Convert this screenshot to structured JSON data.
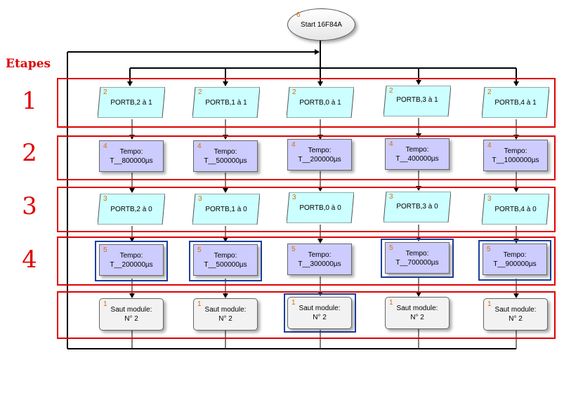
{
  "start": {
    "number": "6",
    "label": "Start 16F84A"
  },
  "etapes_label": "Etapes",
  "steps": [
    "1",
    "2",
    "3",
    "4"
  ],
  "row1": [
    {
      "number": "2",
      "label": "PORTB,2 à 1"
    },
    {
      "number": "2",
      "label": "PORTB,1 à 1"
    },
    {
      "number": "2",
      "label": "PORTB,0 à 1"
    },
    {
      "number": "2",
      "label": "PORTB,3 à 1"
    },
    {
      "number": "2",
      "label": "PORTB,4 à 1"
    }
  ],
  "row2": [
    {
      "number": "4",
      "line1": "Tempo:",
      "line2": "T__800000µs"
    },
    {
      "number": "4",
      "line1": "Tempo:",
      "line2": "T__500000µs"
    },
    {
      "number": "4",
      "line1": "Tempo:",
      "line2": "T__200000µs"
    },
    {
      "number": "4",
      "line1": "Tempo:",
      "line2": "T__400000µs"
    },
    {
      "number": "4",
      "line1": "Tempo:",
      "line2": "T__1000000µs"
    }
  ],
  "row3": [
    {
      "number": "3",
      "label": "PORTB,2 à 0"
    },
    {
      "number": "3",
      "label": "PORTB,1 à 0"
    },
    {
      "number": "3",
      "label": "PORTB,0 à 0"
    },
    {
      "number": "3",
      "label": "PORTB,3 à 0"
    },
    {
      "number": "3",
      "label": "PORTB,4 à 0"
    }
  ],
  "row4": [
    {
      "number": "5",
      "line1": "Tempo:",
      "line2": "T__200000µs"
    },
    {
      "number": "5",
      "line1": "Tempo:",
      "line2": "T__500000µs"
    },
    {
      "number": "5",
      "line1": "Tempo:",
      "line2": "T__300000µs"
    },
    {
      "number": "5",
      "line1": "Tempo:",
      "line2": "T__700000µs"
    },
    {
      "number": "5",
      "line1": "Tempo:",
      "line2": "T__900000µs"
    }
  ],
  "row5": [
    {
      "number": "1",
      "line1": "Saut module:",
      "line2": "N° 2"
    },
    {
      "number": "1",
      "line1": "Saut module:",
      "line2": "N° 2"
    },
    {
      "number": "1",
      "line1": "Saut module:",
      "line2": "N° 2"
    },
    {
      "number": "1",
      "line1": "Saut module:",
      "line2": "N° 2"
    },
    {
      "number": "1",
      "line1": "Saut module:",
      "line2": "N° 2"
    }
  ],
  "colors": {
    "step_red": "#e00000",
    "parallelogram_fill": "#ccffff",
    "tempo_fill": "#ccccff",
    "jump_fill": "#f2f2f2",
    "selection_blue": "#1a3f9e",
    "number_orange": "#e06a00"
  }
}
